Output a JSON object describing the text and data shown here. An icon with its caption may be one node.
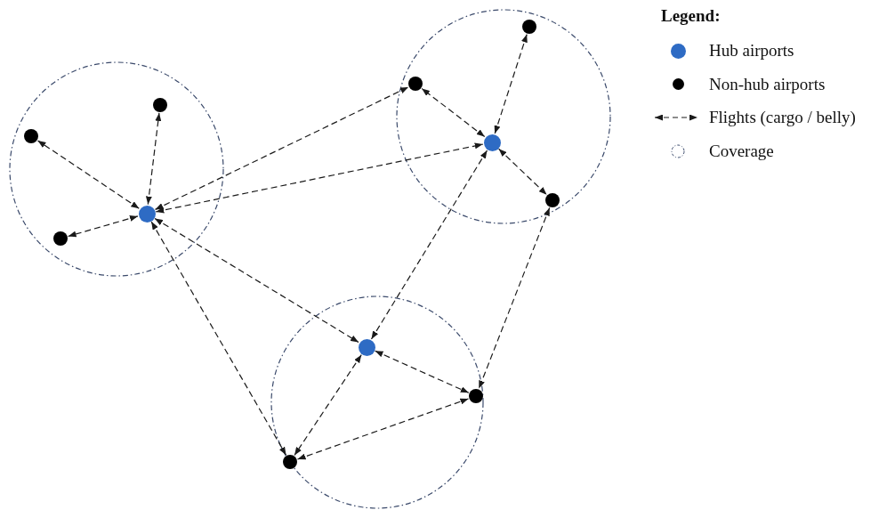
{
  "diagram": {
    "nodes": [
      {
        "text": [],
        "shape": "circle"
      },
      {
        "text": [],
        "shape": "circle",
        "in": 0
      },
      {
        "text": [],
        "shape": "circle",
        "in": 0
      },
      {
        "text": [],
        "shape": "circle",
        "in": 0
      },
      {
        "text": [],
        "shape": "circle",
        "in": 0
      },
      {
        "text": [],
        "shape": "circle"
      },
      {
        "text": [],
        "shape": "circle",
        "in": 5
      },
      {
        "text": [],
        "shape": "circle",
        "in": 5
      },
      {
        "text": [],
        "shape": "circle",
        "in": 5
      },
      {
        "text": [],
        "shape": "circle",
        "in": 5
      },
      {
        "text": [],
        "shape": "circle"
      },
      {
        "text": [],
        "shape": "circle",
        "in": 10
      },
      {
        "text": [],
        "shape": "circle",
        "in": 10
      },
      {
        "text": [],
        "shape": "circle",
        "in": 10
      }
    ],
    "edges": [
      {
        "from": 1,
        "to": 2,
        "arrow": "both",
        "style": "dashed"
      },
      {
        "from": 1,
        "to": 3,
        "arrow": "both",
        "style": "dashed"
      },
      {
        "from": 1,
        "to": 4,
        "arrow": "both",
        "style": "dashed"
      },
      {
        "from": 1,
        "to": 6,
        "arrow": "both",
        "style": "dashed"
      },
      {
        "from": 1,
        "to": 8,
        "arrow": "both",
        "style": "dashed"
      },
      {
        "from": 1,
        "to": 11,
        "arrow": "both",
        "style": "dashed"
      },
      {
        "from": 1,
        "to": 13,
        "arrow": "both",
        "style": "dashed"
      },
      {
        "from": 8,
        "to": 6,
        "arrow": "both",
        "style": "dashed"
      },
      {
        "from": 8,
        "to": 7,
        "arrow": "both",
        "style": "dashed"
      },
      {
        "from": 8,
        "to": 9,
        "arrow": "both",
        "style": "dashed"
      },
      {
        "from": 8,
        "to": 11,
        "arrow": "both",
        "style": "dashed"
      },
      {
        "from": 11,
        "to": 12,
        "arrow": "both",
        "style": "dashed"
      },
      {
        "from": 11,
        "to": 13,
        "arrow": "both",
        "style": "dashed"
      },
      {
        "from": 13,
        "to": 12,
        "arrow": "both",
        "style": "dashed"
      },
      {
        "from": 9,
        "to": 12,
        "arrow": "both",
        "style": "dashed"
      }
    ],
    "labels": [
      "Legend:"
    ],
    "legend": [
      {
        "text": "Hub airports",
        "color": "#2e6bc4"
      },
      {
        "text": "Non-hub airports",
        "color": "#000000"
      },
      {
        "text": "Flights (cargo / belly)"
      },
      {
        "text": "Coverage"
      }
    ]
  }
}
